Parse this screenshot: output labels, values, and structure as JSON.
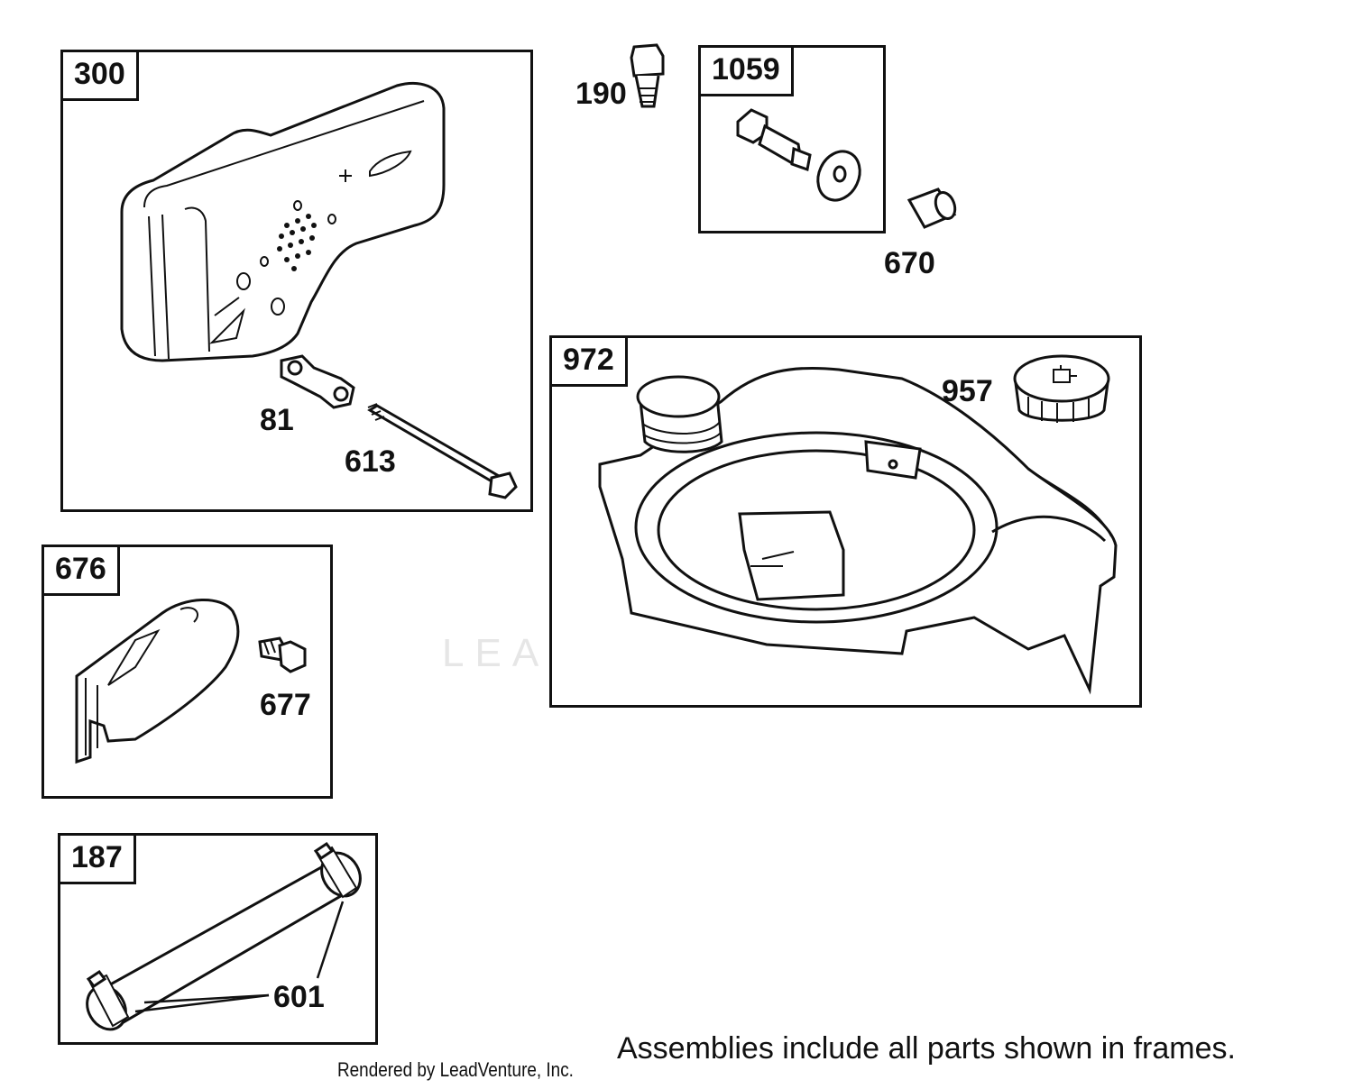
{
  "frames": {
    "f300": {
      "label": "300"
    },
    "f1059": {
      "label": "1059"
    },
    "f972": {
      "label": "972"
    },
    "f676": {
      "label": "676"
    },
    "f187": {
      "label": "187"
    }
  },
  "callouts": {
    "c190": "190",
    "c670": "670",
    "c81": "81",
    "c613": "613",
    "c957": "957",
    "c677": "677",
    "c601": "601"
  },
  "watermark": "LEADVENTURE",
  "footer": {
    "note": "Assemblies include all parts shown in frames.",
    "credit": "Rendered by LeadVenture, Inc."
  }
}
